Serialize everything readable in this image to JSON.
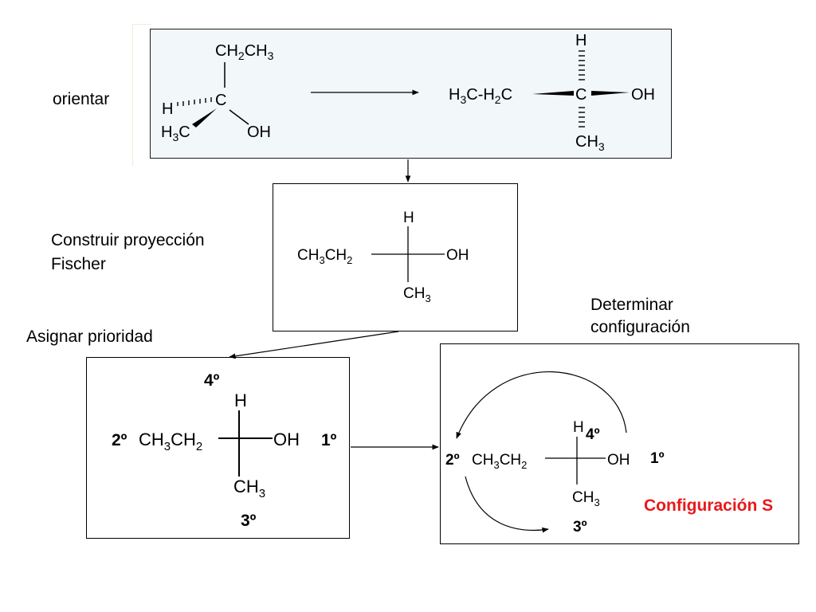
{
  "steps": {
    "orient": "orientar",
    "fischer_line1": "Construir proyección",
    "fischer_line2": "Fischer",
    "assign": "Asignar prioridad",
    "determine_line1": "Determinar",
    "determine_line2": "configuración"
  },
  "molecule_3d": {
    "top": "CH",
    "top_sub": "2",
    "top2": "CH",
    "top_sub2": "3",
    "left_h": "H",
    "center": "C",
    "bottom_left": "H",
    "bottom_left_sub": "3",
    "bottom_left_c": "C",
    "bottom_right": "OH"
  },
  "molecule_oriented": {
    "left_group_a": "H",
    "left_group_a_sub": "3",
    "left_group_b": "C-H",
    "left_group_b_sub": "2",
    "left_group_c": "C",
    "center": "C",
    "top": "H",
    "right": "OH",
    "bottom": "CH",
    "bottom_sub": "3"
  },
  "fischer": {
    "left": "CH",
    "left_sub": "3",
    "left2": "CH",
    "left_sub2": "2",
    "top": "H",
    "right": "OH",
    "bottom": "CH",
    "bottom_sub": "3"
  },
  "priority": {
    "top_rank": "4º",
    "left_rank": "2º",
    "right_rank": "1º",
    "bottom_rank": "3º"
  },
  "result": {
    "configuration": "Configuración S",
    "configuration_color": "#e8191c"
  }
}
